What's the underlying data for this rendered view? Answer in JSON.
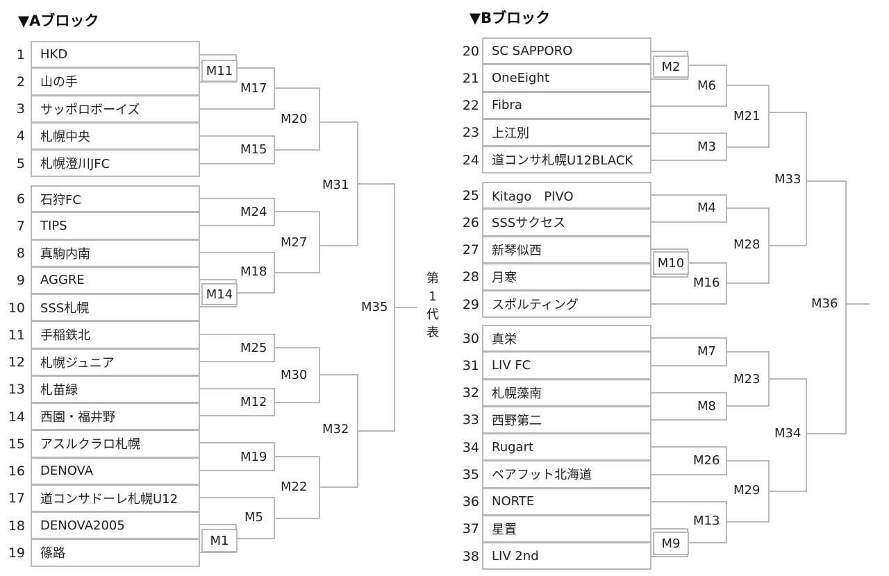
{
  "block_a": {
    "title": "▼Aブロック",
    "teams": [
      {
        "seed": "1",
        "name": "HKD"
      },
      {
        "seed": "2",
        "name": "山の手"
      },
      {
        "seed": "3",
        "name": "サッポロボーイズ"
      },
      {
        "seed": "4",
        "name": "札幌中央"
      },
      {
        "seed": "5",
        "name": "札幌澄川JFC"
      },
      {
        "seed": "6",
        "name": "石狩FC"
      },
      {
        "seed": "7",
        "name": "TIPS"
      },
      {
        "seed": "8",
        "name": "真駒内南"
      },
      {
        "seed": "9",
        "name": "AGGRE"
      },
      {
        "seed": "10",
        "name": "SSS札幌"
      },
      {
        "seed": "11",
        "name": "手稲鉄北"
      },
      {
        "seed": "12",
        "name": "札幌ジュニア"
      },
      {
        "seed": "13",
        "name": "札苗緑"
      },
      {
        "seed": "14",
        "name": "西園・福井野"
      },
      {
        "seed": "15",
        "name": "アスルクラロ札幌"
      },
      {
        "seed": "16",
        "name": "DENOVA"
      },
      {
        "seed": "17",
        "name": "道コンサドーレ札幌U12"
      },
      {
        "seed": "18",
        "name": "DENOVA2005"
      },
      {
        "seed": "19",
        "name": "篠路"
      }
    ],
    "matches": {
      "m11": "M11",
      "m17": "M17",
      "m15": "M15",
      "m20": "M20",
      "m24": "M24",
      "m14": "M14",
      "m18": "M18",
      "m27": "M27",
      "m31": "M31",
      "m25": "M25",
      "m12": "M12",
      "m30": "M30",
      "m19": "M19",
      "m1": "M1",
      "m5": "M5",
      "m22": "M22",
      "m32": "M32",
      "m35": "M35"
    }
  },
  "center": {
    "label": [
      "第",
      "1",
      "代",
      "表"
    ]
  },
  "block_b": {
    "title": "▼Bブロック",
    "teams": [
      {
        "seed": "20",
        "name": "SC SAPPORO"
      },
      {
        "seed": "21",
        "name": "OneEight"
      },
      {
        "seed": "22",
        "name": "Fibra"
      },
      {
        "seed": "23",
        "name": "上江別"
      },
      {
        "seed": "24",
        "name": "道コンサ札幌U12BLACK"
      },
      {
        "seed": "25",
        "name": "Kitago　PIVO"
      },
      {
        "seed": "26",
        "name": "SSSサクセス"
      },
      {
        "seed": "27",
        "name": "新琴似西"
      },
      {
        "seed": "28",
        "name": "月寒"
      },
      {
        "seed": "29",
        "name": "スポルティング"
      },
      {
        "seed": "30",
        "name": "真栄"
      },
      {
        "seed": "31",
        "name": "LIV FC"
      },
      {
        "seed": "32",
        "name": "札幌藻南"
      },
      {
        "seed": "33",
        "name": "西野第二"
      },
      {
        "seed": "34",
        "name": "Rugart"
      },
      {
        "seed": "35",
        "name": "ベアフット北海道"
      },
      {
        "seed": "36",
        "name": "NORTE"
      },
      {
        "seed": "37",
        "name": "星置"
      },
      {
        "seed": "38",
        "name": "LIV 2nd"
      }
    ],
    "matches": {
      "m2": "M2",
      "m6": "M6",
      "m3": "M3",
      "m21": "M21",
      "m4": "M4",
      "m10": "M10",
      "m16": "M16",
      "m28": "M28",
      "m33": "M33",
      "m7": "M7",
      "m8": "M8",
      "m23": "M23",
      "m26": "M26",
      "m9": "M9",
      "m13": "M13",
      "m29": "M29",
      "m34": "M34",
      "m36": "M36"
    }
  },
  "colors": {
    "line": "#b9b9b9",
    "text": "#222222"
  }
}
